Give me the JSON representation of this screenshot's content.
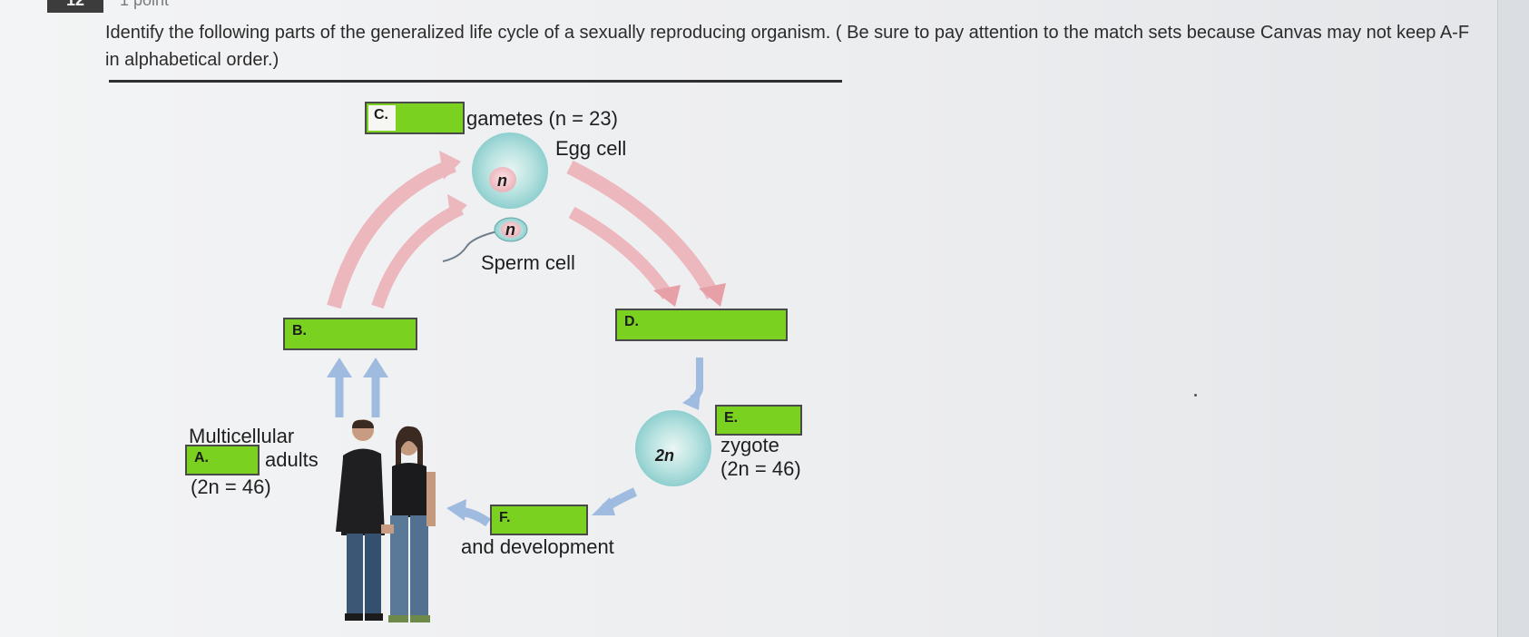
{
  "header": {
    "question_number": "12",
    "points": "1 point",
    "prompt": "Identify the following parts of the generalized life cycle of a sexually reproducing organism.  ( Be sure to pay attention to the match sets because Canvas may not keep A-F in alphabetical order.)"
  },
  "diagram": {
    "gametes_label": "gametes (n = 23)",
    "egg_label": "Egg cell",
    "sperm_label": "Sperm cell",
    "egg_cell_ploidy": "n",
    "sperm_cell_ploidy": "n",
    "zygote_cell_ploidy": "2n",
    "multicellular_label": "Multicellular",
    "adults_label": "adults",
    "adults_count": "(2n = 46)",
    "zygote_label": "zygote",
    "zygote_count": "(2n = 46)",
    "development_label": "and development",
    "boxes": {
      "a": "A.",
      "b": "B.",
      "c": "C.",
      "d": "D.",
      "e": "E.",
      "f": "F."
    },
    "colors": {
      "answer_box": "#7bd11f",
      "arrow_pink": "#e7a9b0",
      "arrow_blue": "#9fbbe0",
      "cell_fill": "#a9dcdc"
    }
  }
}
